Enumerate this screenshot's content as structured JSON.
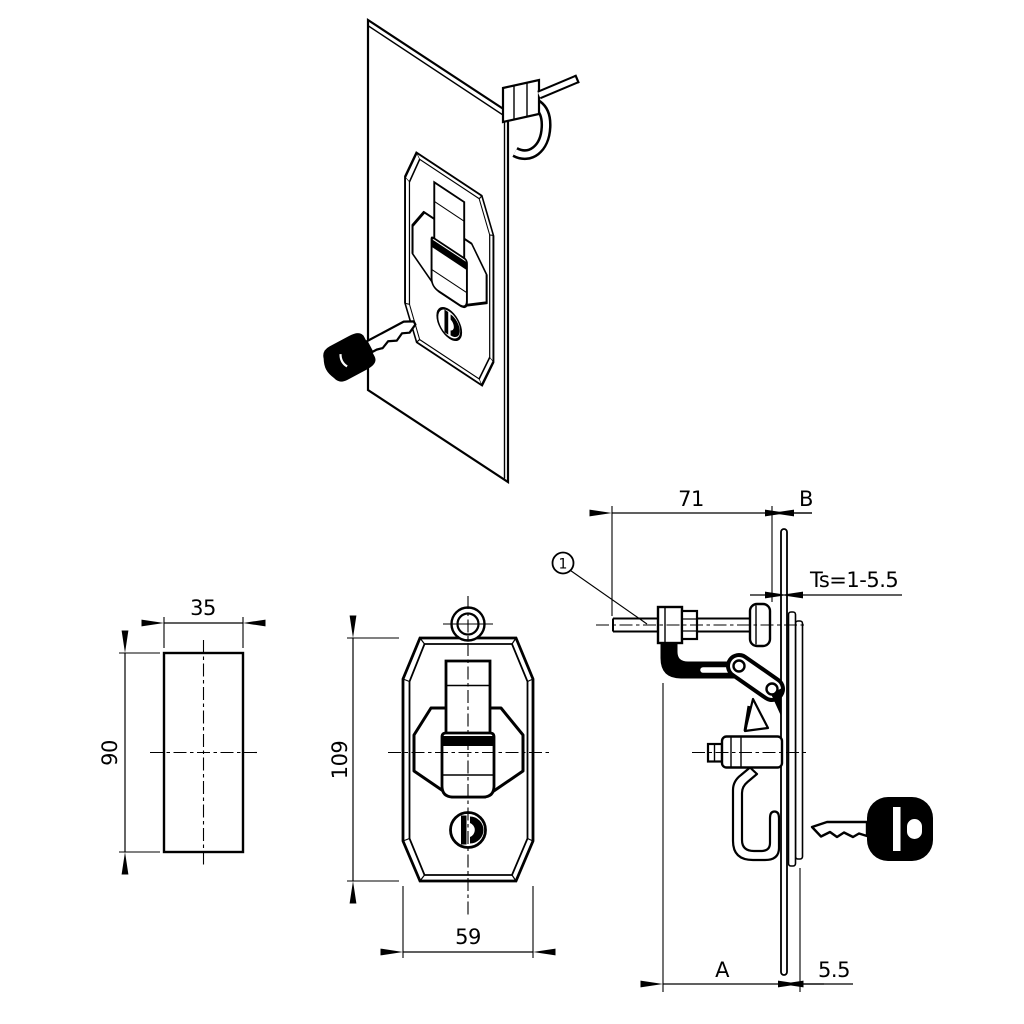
{
  "colors": {
    "background": "#ffffff",
    "line": "#000000"
  },
  "icons": {
    "key": "key-icon",
    "callout": "circled-number-callout"
  },
  "views": {
    "profile": {
      "width_dim": "35",
      "height_dim": "90"
    },
    "front": {
      "height_dim": "109",
      "width_dim": "59"
    },
    "side": {
      "rod_length_dim": "71",
      "grip_dim": "B",
      "sheet_thickness_label": "Ts=1-5.5",
      "depth_dim": "A",
      "rear_offset_dim": "5.5",
      "callout_number": "1"
    }
  }
}
